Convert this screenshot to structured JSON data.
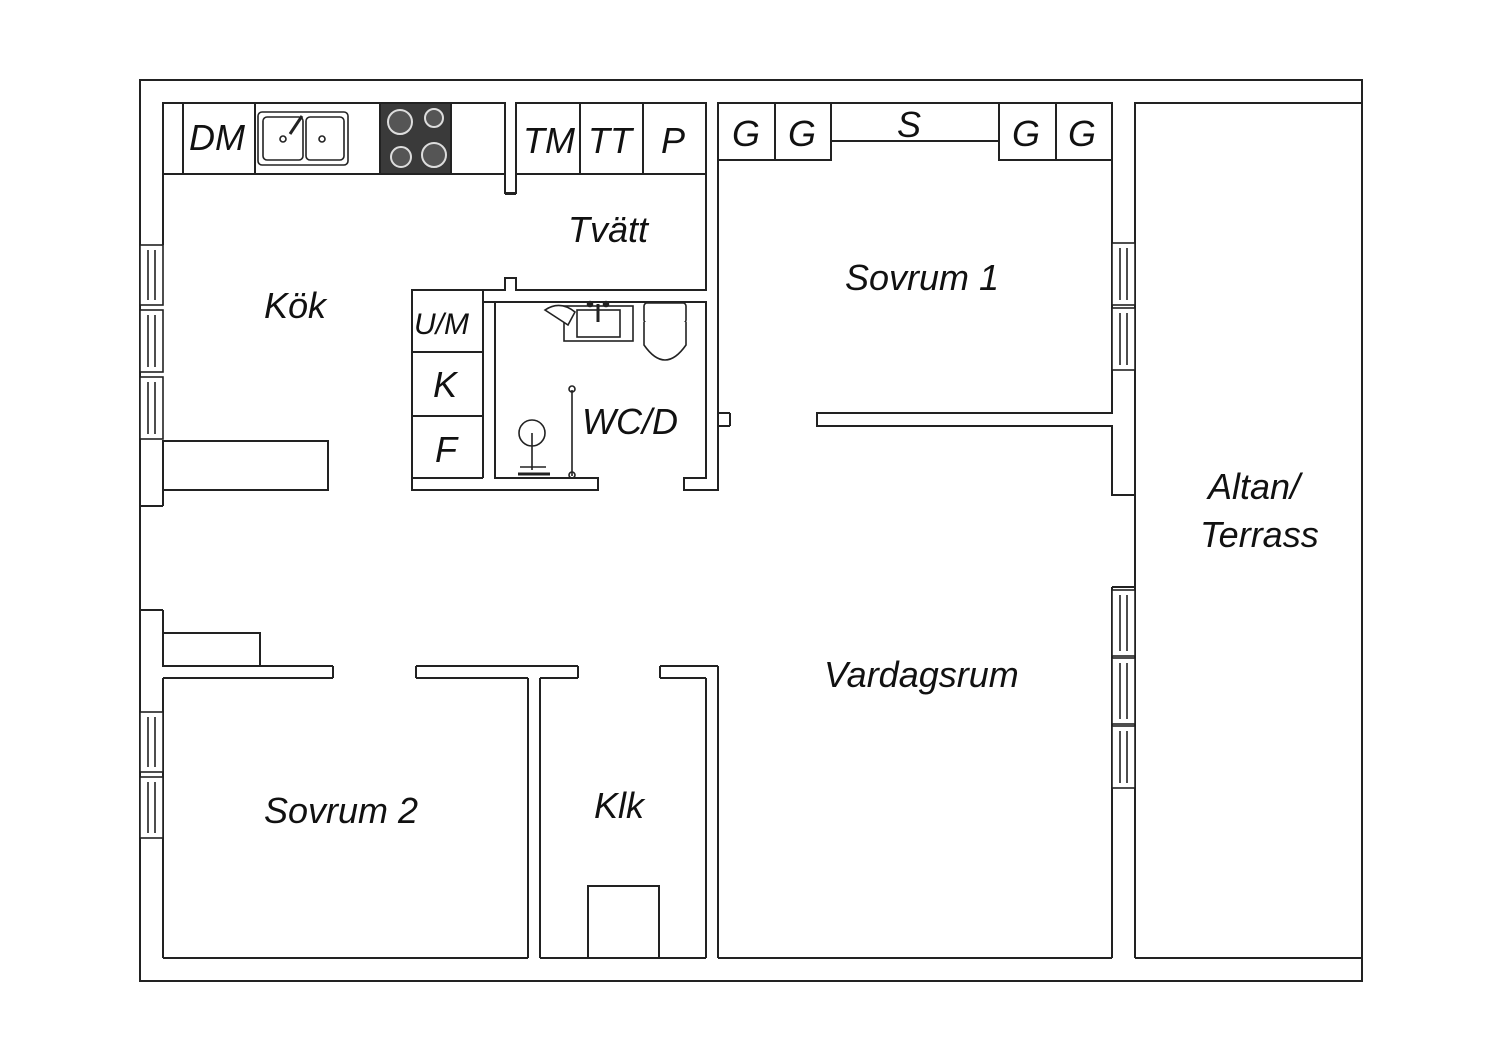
{
  "colors": {
    "line": "#222222",
    "wall": "#ffffff",
    "hob": "#3a3a3a",
    "background": "#ffffff"
  },
  "rooms": {
    "kok": "Kök",
    "tvatt": "Tvätt",
    "sovrum1": "Sovrum 1",
    "wcd": "WC/D",
    "altan_line1": "Altan/",
    "altan_line2": "Terrass",
    "vardagsrum": "Vardagsrum",
    "sovrum2": "Sovrum 2",
    "klk": "Klk"
  },
  "fixtures": {
    "dm": "DM",
    "tm": "TM",
    "tt": "TT",
    "p": "P",
    "g": "G",
    "s": "S",
    "um": "U/M",
    "k": "K",
    "f": "F"
  },
  "icons": [
    "sink-icon",
    "hob-icon",
    "toilet-icon",
    "washbasin-icon",
    "shower-icon",
    "window-icon"
  ]
}
